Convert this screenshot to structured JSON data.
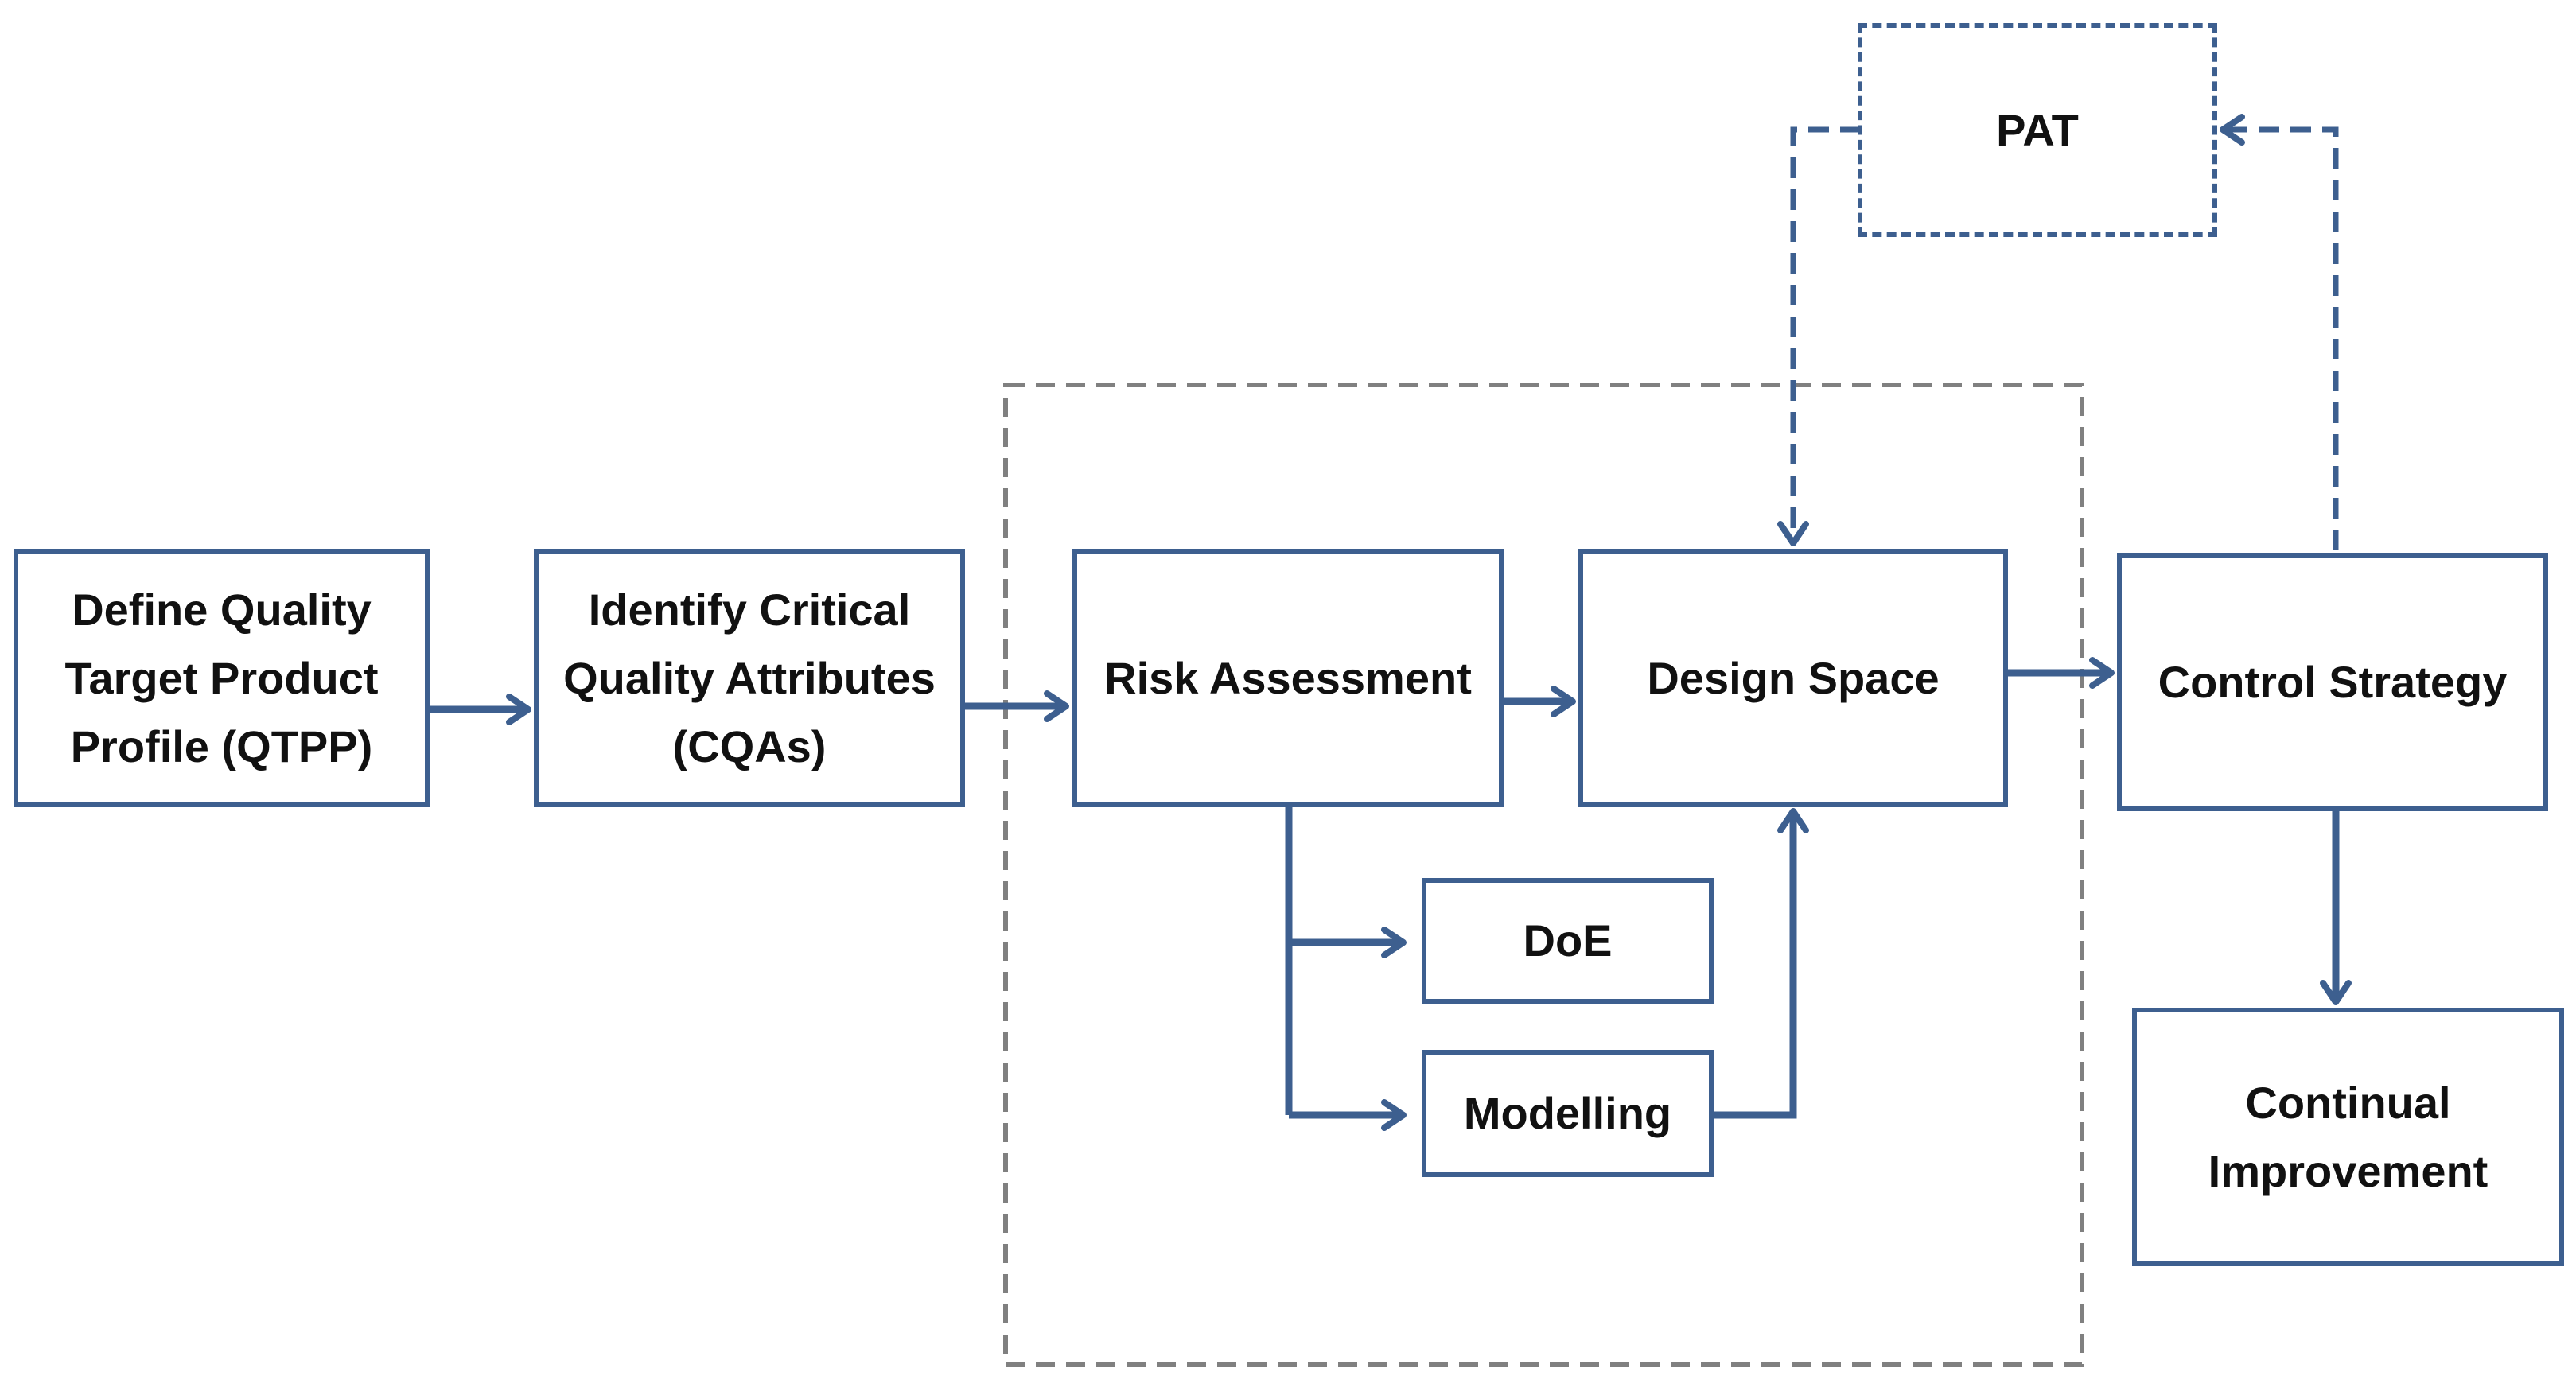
{
  "colors": {
    "primary": "#3d5f8f",
    "grouping_border": "#808080",
    "text": "#111111",
    "background": "#ffffff"
  },
  "nodes": {
    "qtpp": "Define Quality\nTarget Product\nProfile (QTPP)",
    "cqas": "Identify Critical\nQuality Attributes\n(CQAs)",
    "risk": "Risk Assessment",
    "design": "Design Space",
    "doe": "DoE",
    "modelling": "Modelling",
    "control": "Control Strategy",
    "improvement": "Continual\nImprovement",
    "pat": "PAT"
  }
}
